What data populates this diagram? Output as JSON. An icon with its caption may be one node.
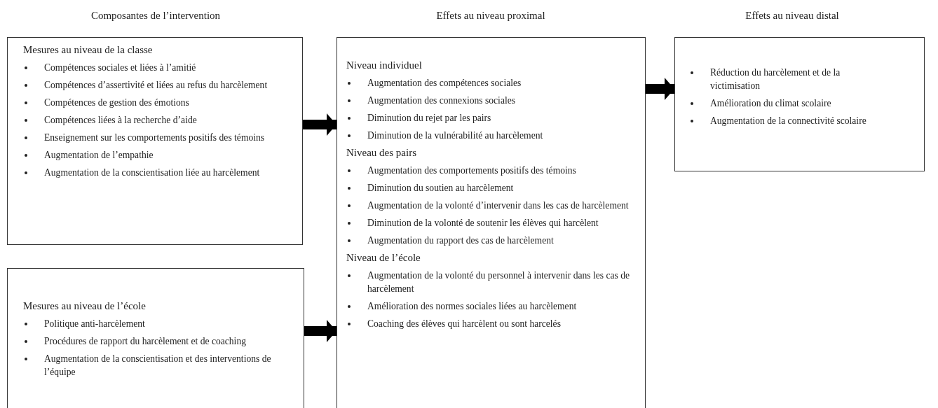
{
  "diagram": {
    "nodes": [
      {
        "text": [
          "Mesures au niveau de la classe",
          "Compétences sociales et liées à l’amitié",
          "Compétences d’assertivité et liées au refus du harcèlement",
          "Compétences de gestion des émotions",
          "Compétences liées à la recherche d’aide",
          "Enseignement sur les comportements positifs des témoins",
          "Augmentation de l’empathie",
          "Augmentation de la conscientisation liée au harcèlement"
        ]
      },
      {
        "text": [
          "Mesures au niveau de l’école",
          "Politique anti-harcèlement",
          "Procédures de rapport du harcèlement et de coaching",
          "Augmentation de la conscientisation et des interventions de l’équipe"
        ]
      },
      {
        "text": [
          "Niveau individuel",
          "Augmentation des compétences sociales",
          "Augmentation des connexions sociales",
          "Diminution du rejet par les pairs",
          "Diminution de la vulnérabilité au harcèlement",
          "Niveau des pairs",
          "Augmentation des comportements positifs des témoins",
          "Diminution du soutien au harcèlement",
          "Augmentation de la volonté d’intervenir dans les cas de harcèlement",
          "Diminution de la volonté de soutenir les élèves qui harcèlent",
          "Augmentation du rapport des cas de harcèlement",
          "Niveau de l’école",
          "Augmentation de la volonté du personnel à intervenir dans les cas de harcèlement",
          "Amélioration des normes sociales liées au harcèlement",
          "Coaching des élèves qui harcèlent ou sont harcelés"
        ]
      },
      {
        "text": [
          "Réduction du harcèlement et de la victimisation",
          "Amélioration du climat scolaire",
          "Augmentation de la connectivité scolaire"
        ]
      }
    ],
    "edges": [
      {
        "from": 0,
        "to": 2,
        "arrow": "to"
      },
      {
        "from": 1,
        "to": 2,
        "arrow": "to"
      },
      {
        "from": 2,
        "to": 3,
        "arrow": "to"
      }
    ],
    "labels": [
      "Composantes de l’intervention",
      "Effets au niveau proximal",
      "Effets au niveau distal"
    ]
  }
}
